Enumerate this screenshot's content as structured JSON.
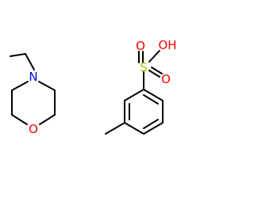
{
  "molecule": {
    "atoms": {
      "nitrogen": "N",
      "ring_oxygen": "O",
      "sulfur": "S",
      "sulfonyl_oxygen_top": "O",
      "sulfonyl_oxygen_right": "O",
      "hydroxyl_oxygen": "OH"
    },
    "colors": {
      "bond": "#000000",
      "nitrogen": "#0000ff",
      "oxygen": "#ff0000",
      "sulfur": "#b8b800"
    }
  }
}
